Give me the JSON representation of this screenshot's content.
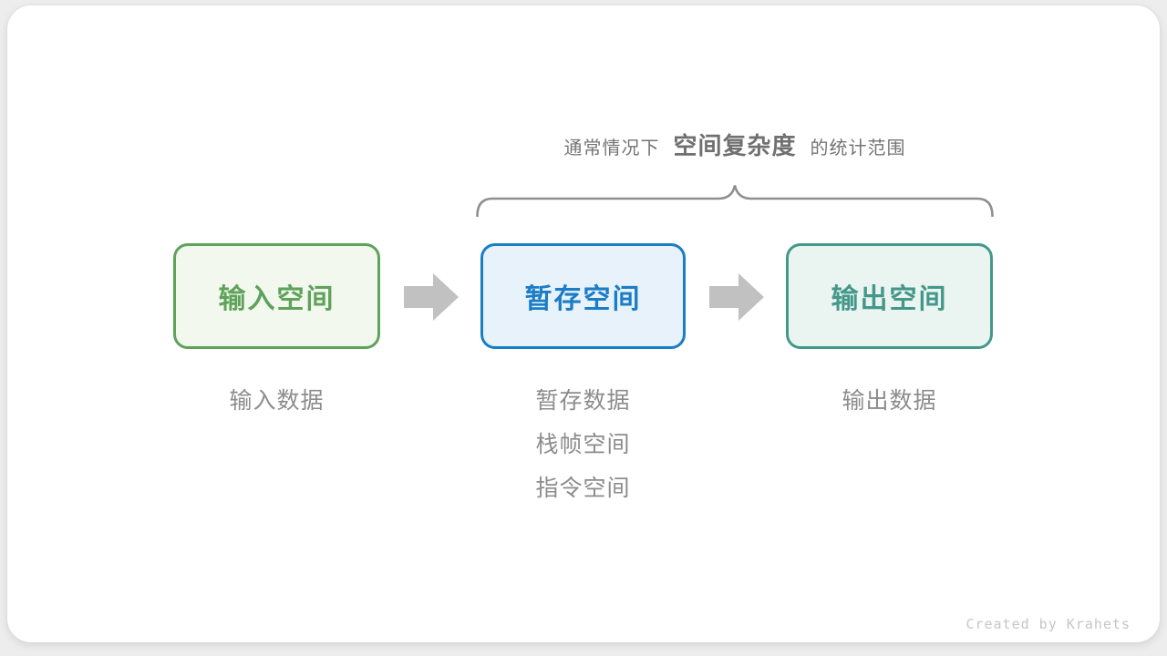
{
  "canvas": {
    "credit": "Created by Krahets",
    "colors": {
      "background": "#EDEDEE",
      "card": "#FFFFFF",
      "arrow": "#C1C1C1",
      "brace": "#8F8F8F",
      "note_text": "#8C8C8C",
      "annotation_text": "#757575",
      "credit_text": "#C6C6C6",
      "input_accent": "#5FA25A",
      "input_fill": "#F2F8EE",
      "buffer_accent": "#1A7DC6",
      "buffer_fill": "#E8F2FB",
      "output_accent": "#44988A",
      "output_fill": "#EAF4F1"
    }
  },
  "annotation": {
    "prefix": "通常情况下",
    "highlight": "空间复杂度",
    "suffix": "的统计范围"
  },
  "boxes": [
    {
      "label": "输入空间"
    },
    {
      "label": "暂存空间"
    },
    {
      "label": "输出空间"
    }
  ],
  "notes": [
    {
      "lines": [
        "输入数据"
      ]
    },
    {
      "lines": [
        "暂存数据",
        "栈帧空间",
        "指令空间"
      ]
    },
    {
      "lines": [
        "输出数据"
      ]
    }
  ]
}
